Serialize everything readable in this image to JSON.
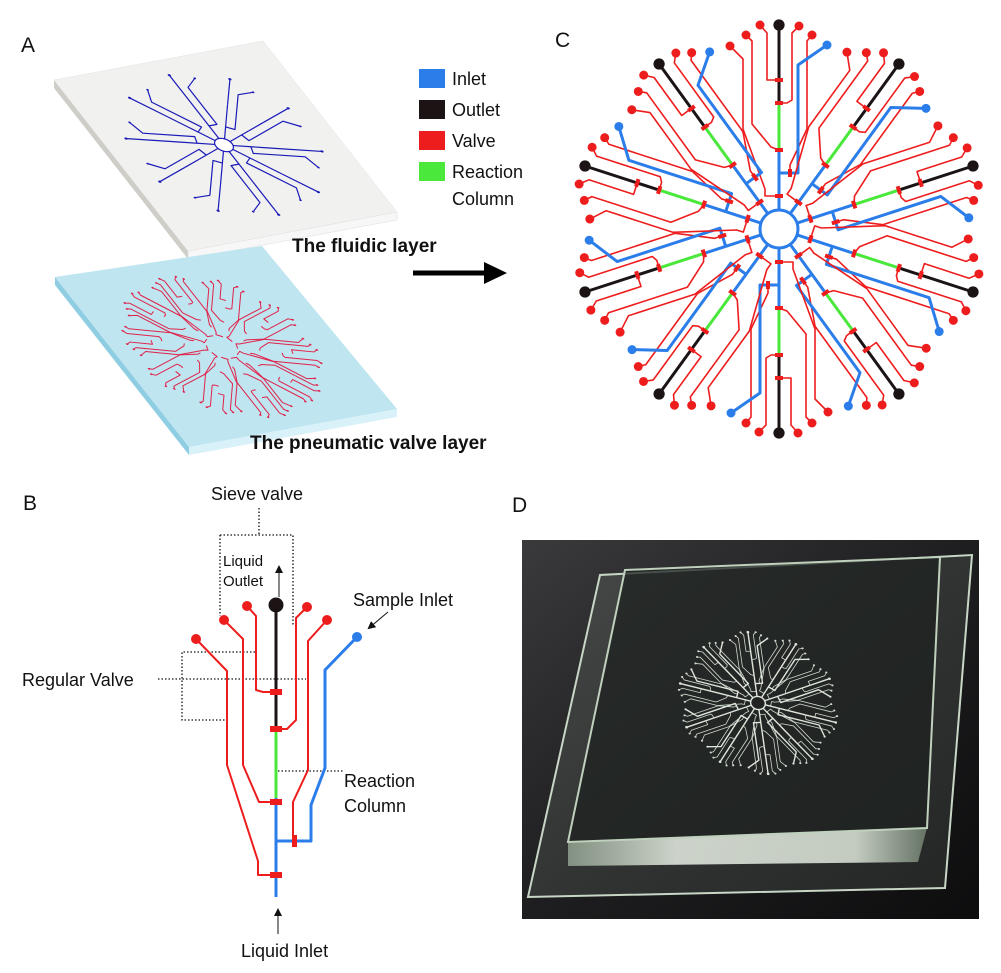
{
  "panels": {
    "a": "A",
    "b": "B",
    "c": "C",
    "d": "D"
  },
  "panel_a": {
    "fluidic_layer": "The fluidic layer",
    "valve_layer": "The pneumatic valve layer"
  },
  "legend": [
    {
      "label": "Inlet",
      "color": "#2b7de9"
    },
    {
      "label": "Outlet",
      "color": "#1c1414"
    },
    {
      "label": "Valve",
      "color": "#ee1d1d"
    },
    {
      "label": "Reaction",
      "label2": "Column",
      "color": "#4ae83a"
    }
  ],
  "panel_b": {
    "sieve_valve": "Sieve valve",
    "liquid_outlet_1": "Liquid",
    "liquid_outlet_2": "Outlet",
    "sample_inlet": "Sample Inlet",
    "regular_valve": "Regular Valve",
    "reaction_column_1": "Reaction",
    "reaction_column_2": "Column",
    "liquid_inlet": "Liquid Inlet"
  },
  "colors": {
    "inlet": "#2b7de9",
    "outlet": "#1c1414",
    "valve": "#ee1d1d",
    "column": "#4ae83a",
    "pattern_a_top": "#1a1ab8",
    "pattern_a_bottom": "#e0224a"
  }
}
